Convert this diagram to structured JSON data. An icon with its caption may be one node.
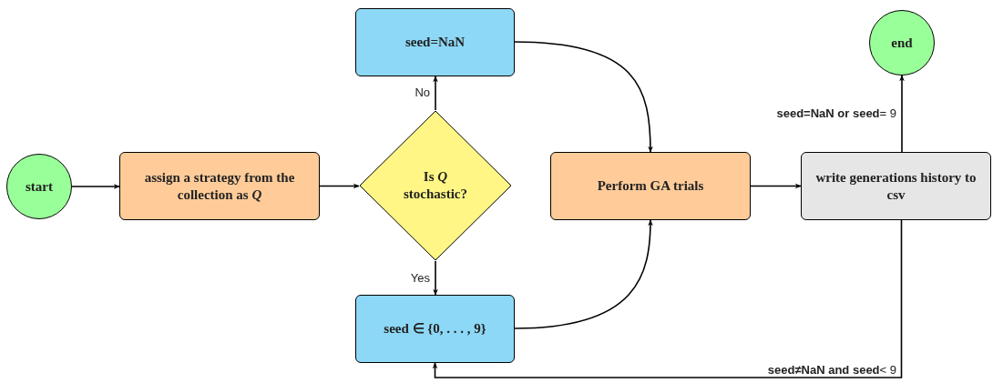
{
  "diagram": {
    "nodes": [
      {
        "text": [
          "start"
        ]
      },
      {
        "text": [
          "assign a strategy from the collection as *Q*"
        ]
      },
      {
        "text": [
          "Is *Q* stochastic?"
        ]
      },
      {
        "text": [
          "seed=NaN"
        ]
      },
      {
        "text": [
          "seed ∈ {0, . . . , 9}"
        ]
      },
      {
        "text": [
          "Perform GA trials"
        ]
      },
      {
        "text": [
          "write generations history to csv"
        ]
      },
      {
        "text": [
          "end"
        ]
      }
    ],
    "edges": [
      {
        "from": 0,
        "to": 1,
        "arrow": "to"
      },
      {
        "from": 1,
        "to": 2,
        "arrow": "to"
      },
      {
        "from": 2,
        "to": 3,
        "arrow": "to",
        "label": "No"
      },
      {
        "from": 2,
        "to": 4,
        "arrow": "to",
        "label": "Yes"
      },
      {
        "from": 3,
        "to": 5,
        "arrow": "to"
      },
      {
        "from": 4,
        "to": 5,
        "arrow": "to"
      },
      {
        "from": 5,
        "to": 6,
        "arrow": "to"
      },
      {
        "from": 6,
        "to": 7,
        "arrow": "to",
        "label": "**seed=NaN or seed**= 9"
      },
      {
        "from": 6,
        "to": 4,
        "arrow": "to",
        "label": "**seed≠NaN and seed**< 9"
      }
    ]
  }
}
